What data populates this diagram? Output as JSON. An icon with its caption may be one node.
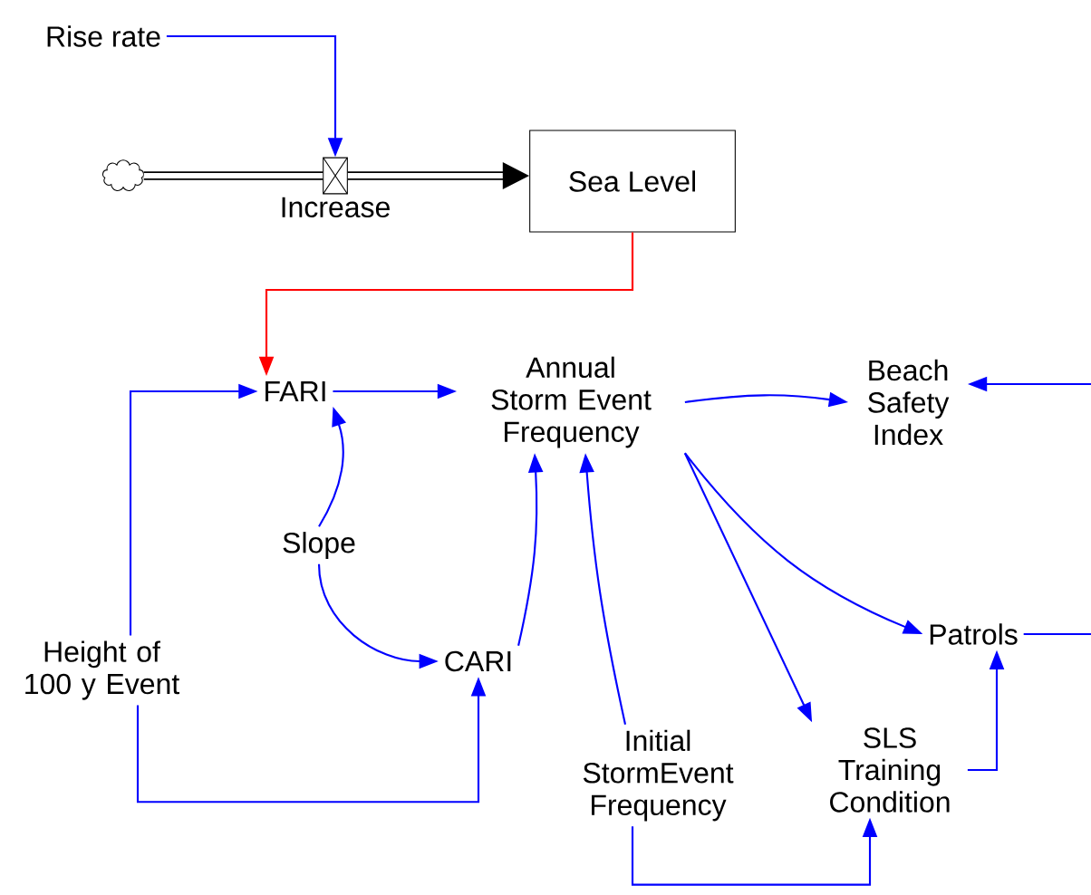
{
  "diagram": {
    "nodes": [
      {
        "text": [
          "Rise rate"
        ]
      },
      {
        "text": [],
        "shape": "cloud"
      },
      {
        "text": [
          "Increase"
        ]
      },
      {
        "text": [
          "Sea Level"
        ]
      },
      {
        "text": [
          "FARI"
        ]
      },
      {
        "text": [
          "Annual Storm Event Frequency"
        ]
      },
      {
        "text": [
          "Beach Safety Index"
        ]
      },
      {
        "text": [
          "Slope"
        ]
      },
      {
        "text": [
          "CARI"
        ]
      },
      {
        "text": [
          "Height of 100 y Event"
        ]
      },
      {
        "text": [
          "Patrols"
        ]
      },
      {
        "text": [
          "Initial StormEvent Frequency"
        ]
      },
      {
        "text": [
          "SLS Training Condition"
        ]
      }
    ],
    "edges": [
      {
        "from": 0,
        "to": 2,
        "arrow": "to"
      },
      {
        "from": 1,
        "to": 2,
        "arrow": "none",
        "style": "thick",
        "color": "#000000"
      },
      {
        "from": 2,
        "to": 3,
        "arrow": "to",
        "style": "thick",
        "color": "#000000"
      },
      {
        "from": 3,
        "to": 4,
        "arrow": "to",
        "color": "#ff0000"
      },
      {
        "from": 4,
        "to": 5,
        "arrow": "to"
      },
      {
        "from": 5,
        "to": 6,
        "arrow": "to"
      },
      {
        "from": 7,
        "to": 4,
        "arrow": "to"
      },
      {
        "from": 7,
        "to": 8,
        "arrow": "to"
      },
      {
        "from": 9,
        "to": 4,
        "arrow": "to"
      },
      {
        "from": 9,
        "to": 8,
        "arrow": "to"
      },
      {
        "from": 8,
        "to": 5,
        "arrow": "to"
      },
      {
        "from": 11,
        "to": 5,
        "arrow": "to"
      },
      {
        "from": 5,
        "to": 12,
        "arrow": "to"
      },
      {
        "from": 5,
        "to": 10,
        "arrow": "to"
      },
      {
        "from": 11,
        "to": 12,
        "arrow": "to"
      },
      {
        "from": 12,
        "to": 10,
        "arrow": "to"
      },
      {
        "from": 10,
        "to": null,
        "arrow": "none"
      },
      {
        "from": null,
        "to": 6,
        "arrow": "to"
      }
    ]
  }
}
